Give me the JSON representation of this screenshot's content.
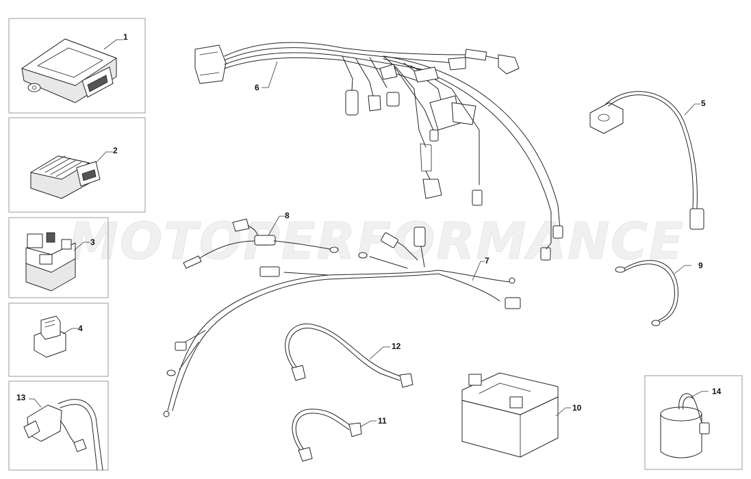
{
  "watermark": "MOTOPERFORMANCE",
  "callouts": [
    {
      "id": "1",
      "label": "1"
    },
    {
      "id": "2",
      "label": "2"
    },
    {
      "id": "3",
      "label": "3"
    },
    {
      "id": "4",
      "label": "4"
    },
    {
      "id": "5",
      "label": "5"
    },
    {
      "id": "6",
      "label": "6"
    },
    {
      "id": "7",
      "label": "7"
    },
    {
      "id": "8",
      "label": "8"
    },
    {
      "id": "9",
      "label": "9"
    },
    {
      "id": "10",
      "label": "10"
    },
    {
      "id": "11",
      "label": "11"
    },
    {
      "id": "12",
      "label": "12"
    },
    {
      "id": "13",
      "label": "13"
    },
    {
      "id": "14",
      "label": "14"
    }
  ]
}
